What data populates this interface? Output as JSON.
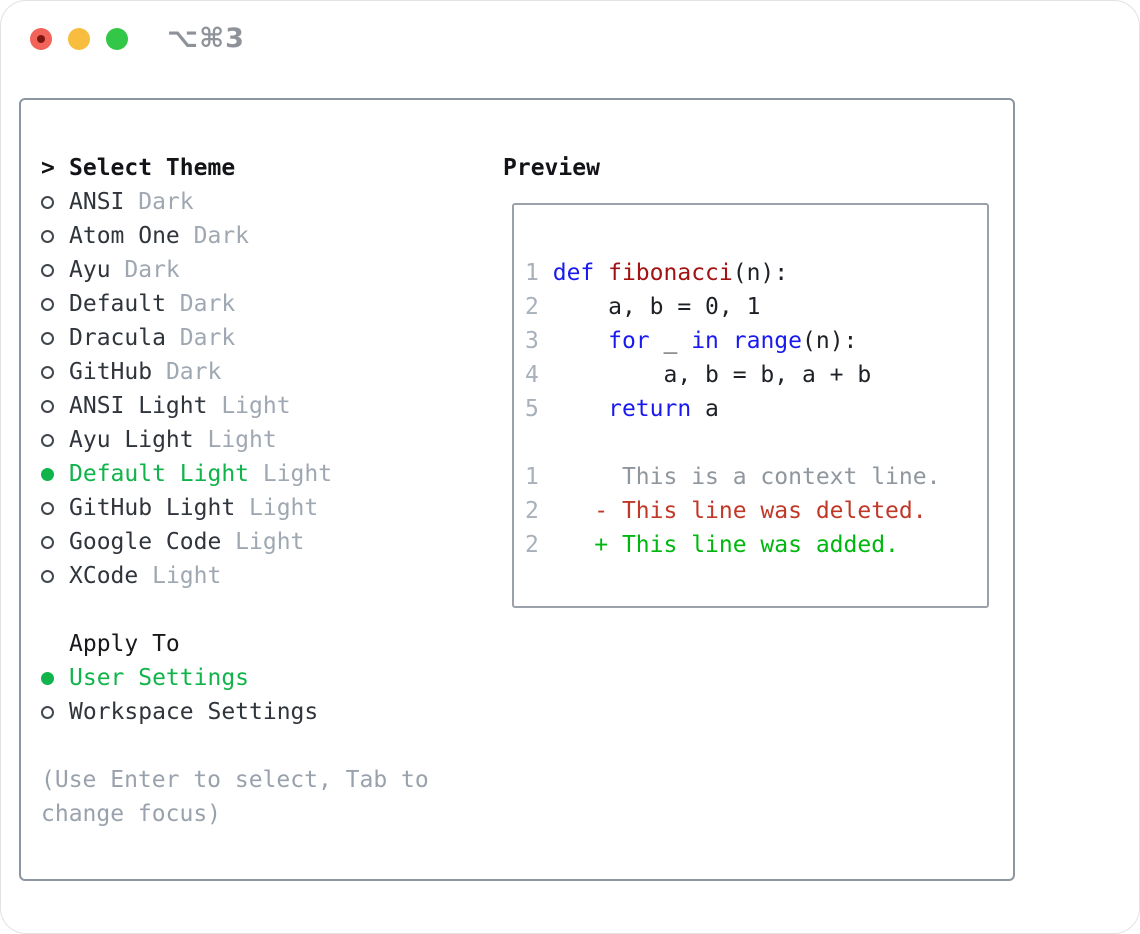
{
  "window": {
    "title": "⌥⌘3"
  },
  "colors": {
    "accent_green": "#10b44a",
    "keyword_blue": "#1a1af0",
    "function_red": "#a31212",
    "diff_deleted_red": "#c03928",
    "diff_added_green": "#00b70f",
    "muted_gray": "#9fa8b2",
    "traffic_red": "#f2635a",
    "traffic_yellow": "#f6bd3e",
    "traffic_green": "#33c748"
  },
  "panel": {
    "cursor": ">",
    "select_theme_title": "Select Theme",
    "themes": [
      {
        "name": "ANSI",
        "variant": "Dark",
        "selected": false
      },
      {
        "name": "Atom One",
        "variant": "Dark",
        "selected": false
      },
      {
        "name": "Ayu",
        "variant": "Dark",
        "selected": false
      },
      {
        "name": "Default",
        "variant": "Dark",
        "selected": false
      },
      {
        "name": "Dracula",
        "variant": "Dark",
        "selected": false
      },
      {
        "name": "GitHub",
        "variant": "Dark",
        "selected": false
      },
      {
        "name": "ANSI Light",
        "variant": "Light",
        "selected": false
      },
      {
        "name": "Ayu Light",
        "variant": "Light",
        "selected": false
      },
      {
        "name": "Default Light",
        "variant": "Light",
        "selected": true
      },
      {
        "name": "GitHub Light",
        "variant": "Light",
        "selected": false
      },
      {
        "name": "Google Code",
        "variant": "Light",
        "selected": false
      },
      {
        "name": "XCode",
        "variant": "Light",
        "selected": false
      }
    ],
    "apply_to_title": "Apply To",
    "apply_options": [
      {
        "label": "User Settings",
        "selected": true
      },
      {
        "label": "Workspace Settings",
        "selected": false
      }
    ],
    "help_lines": [
      "(Use Enter to select, Tab to",
      "change focus)"
    ]
  },
  "preview": {
    "title": "Preview",
    "code_lines": [
      {
        "num": "1",
        "segments": [
          {
            "t": "def ",
            "c": "keyword"
          },
          {
            "t": "fibonacci",
            "c": "function"
          },
          {
            "t": "(n):",
            "c": "plain"
          }
        ]
      },
      {
        "num": "2",
        "segments": [
          {
            "t": "    a, b = 0, 1",
            "c": "plain"
          }
        ]
      },
      {
        "num": "3",
        "segments": [
          {
            "t": "    ",
            "c": "plain"
          },
          {
            "t": "for",
            "c": "keyword"
          },
          {
            "t": " _ ",
            "c": "plain"
          },
          {
            "t": "in",
            "c": "keyword"
          },
          {
            "t": " ",
            "c": "plain"
          },
          {
            "t": "range",
            "c": "keyword"
          },
          {
            "t": "(n):",
            "c": "plain"
          }
        ]
      },
      {
        "num": "4",
        "segments": [
          {
            "t": "        a, b = b, a + b",
            "c": "plain"
          }
        ]
      },
      {
        "num": "5",
        "segments": [
          {
            "t": "    ",
            "c": "plain"
          },
          {
            "t": "return",
            "c": "keyword"
          },
          {
            "t": " a",
            "c": "plain"
          }
        ]
      },
      {
        "num": "",
        "segments": []
      },
      {
        "num": "1",
        "segments": [
          {
            "t": "     This is a context line.",
            "c": "context"
          }
        ]
      },
      {
        "num": "2",
        "segments": [
          {
            "t": "   - This line was deleted.",
            "c": "deleted"
          }
        ]
      },
      {
        "num": "2",
        "segments": [
          {
            "t": "   + This line was added.",
            "c": "added"
          }
        ]
      }
    ]
  }
}
